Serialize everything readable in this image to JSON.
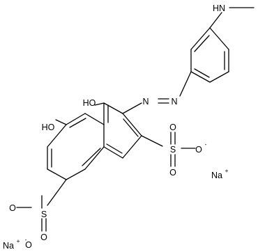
{
  "molecule": {
    "labels": {
      "nh": "HN",
      "oh_upper": "HO",
      "oh_lower": "HO",
      "azo_n1": "N",
      "azo_n2": "N",
      "s_right": "S",
      "s_left": "S",
      "o_right_top": "O",
      "o_right_bottom": "O",
      "o_right_minus": "O",
      "o_left_top": "O",
      "o_left_bottom": "O",
      "o_left_minus": "O",
      "na_right": "Na",
      "na_left": "Na"
    },
    "charges": {
      "o_right_minus": "-",
      "o_left_minus": "-",
      "na_right": "+",
      "na_left": "+"
    },
    "colors": {
      "ink": "#000000",
      "background": "#ffffff"
    }
  }
}
